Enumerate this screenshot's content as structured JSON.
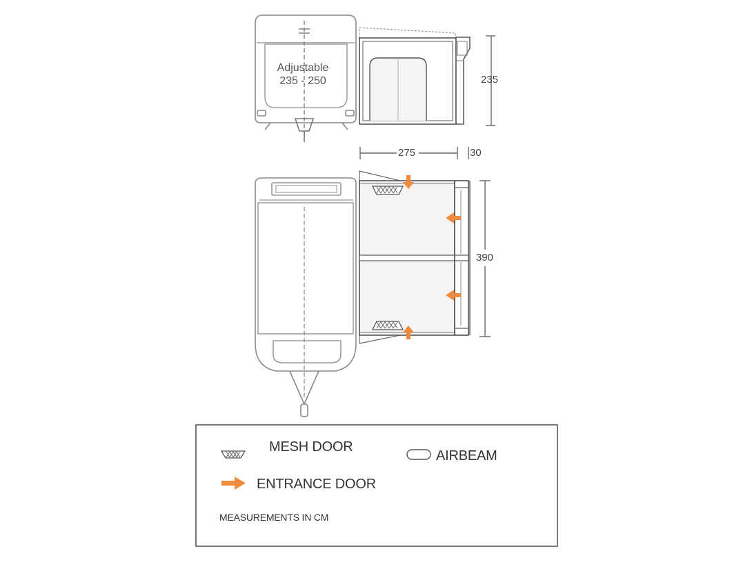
{
  "diagram": {
    "front_view": {
      "label_line1": "Adjustable",
      "label_line2": "235 - 250"
    },
    "dimensions": {
      "height": "235",
      "depth": "275",
      "beam_depth": "30",
      "width": "390"
    }
  },
  "legend": {
    "mesh_door": "MESH DOOR",
    "airbeam": "AIRBEAM",
    "entrance_door": "ENTRANCE DOOR",
    "units_note": "MEASUREMENTS IN CM"
  },
  "colors": {
    "line": "#555555",
    "light_line": "#9a9a9a",
    "awning_fill": "#f4f4f4",
    "accent_orange": "#f08a3c"
  }
}
